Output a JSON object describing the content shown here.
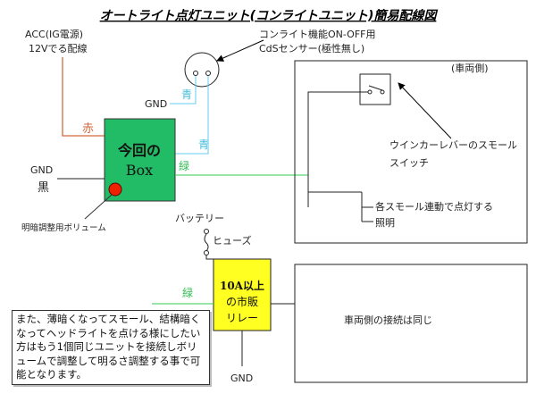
{
  "title": "オートライト点灯ユニット(コンライトユニット)簡易配線図",
  "acc": {
    "line1": "ACC(IG電源)",
    "line2": "12Vでる配線"
  },
  "sensor": {
    "line1": "コンライト機能ON-OFF用",
    "line2": "CdSセンサー(極性無し)"
  },
  "gnd_sensor": "GND",
  "wire_blue_1": "青",
  "wire_blue_2": "青",
  "wire_red": "赤",
  "wire_green_1": "緑",
  "wire_green_2": "緑",
  "box": {
    "line1": "今回の",
    "line2": "Box"
  },
  "gnd_left": {
    "line1": "GND",
    "line2": "黒"
  },
  "volume_label": "明暗調整用ボリューム",
  "vehicle": {
    "label": "(車両側)",
    "switch_line1": "ウインカーレバーのスモール",
    "switch_line2": "スイッチ",
    "lamp_line1": "各スモール連動で点灯する",
    "lamp_line2": "照明"
  },
  "battery": "バッテリー",
  "fuse": "ヒューズ",
  "relay": {
    "line1": "10A以上",
    "line2": "の市販",
    "line3": "リレー"
  },
  "gnd_relay": "GND",
  "vehicle2_label": "車両側の接続は同じ",
  "note": "また、薄暗くなってスモール、結構暗くなってヘッドライトを点ける様にしたい方はもう1個同じユニットを接続しボリュームで調整して明るさ調整する事で可能となります。",
  "colors": {
    "red_wire": "#d2693c",
    "blue_wire": "#66ccee",
    "green_wire": "#33cc55",
    "box": "#22bb66",
    "relay": "#ffff22"
  }
}
